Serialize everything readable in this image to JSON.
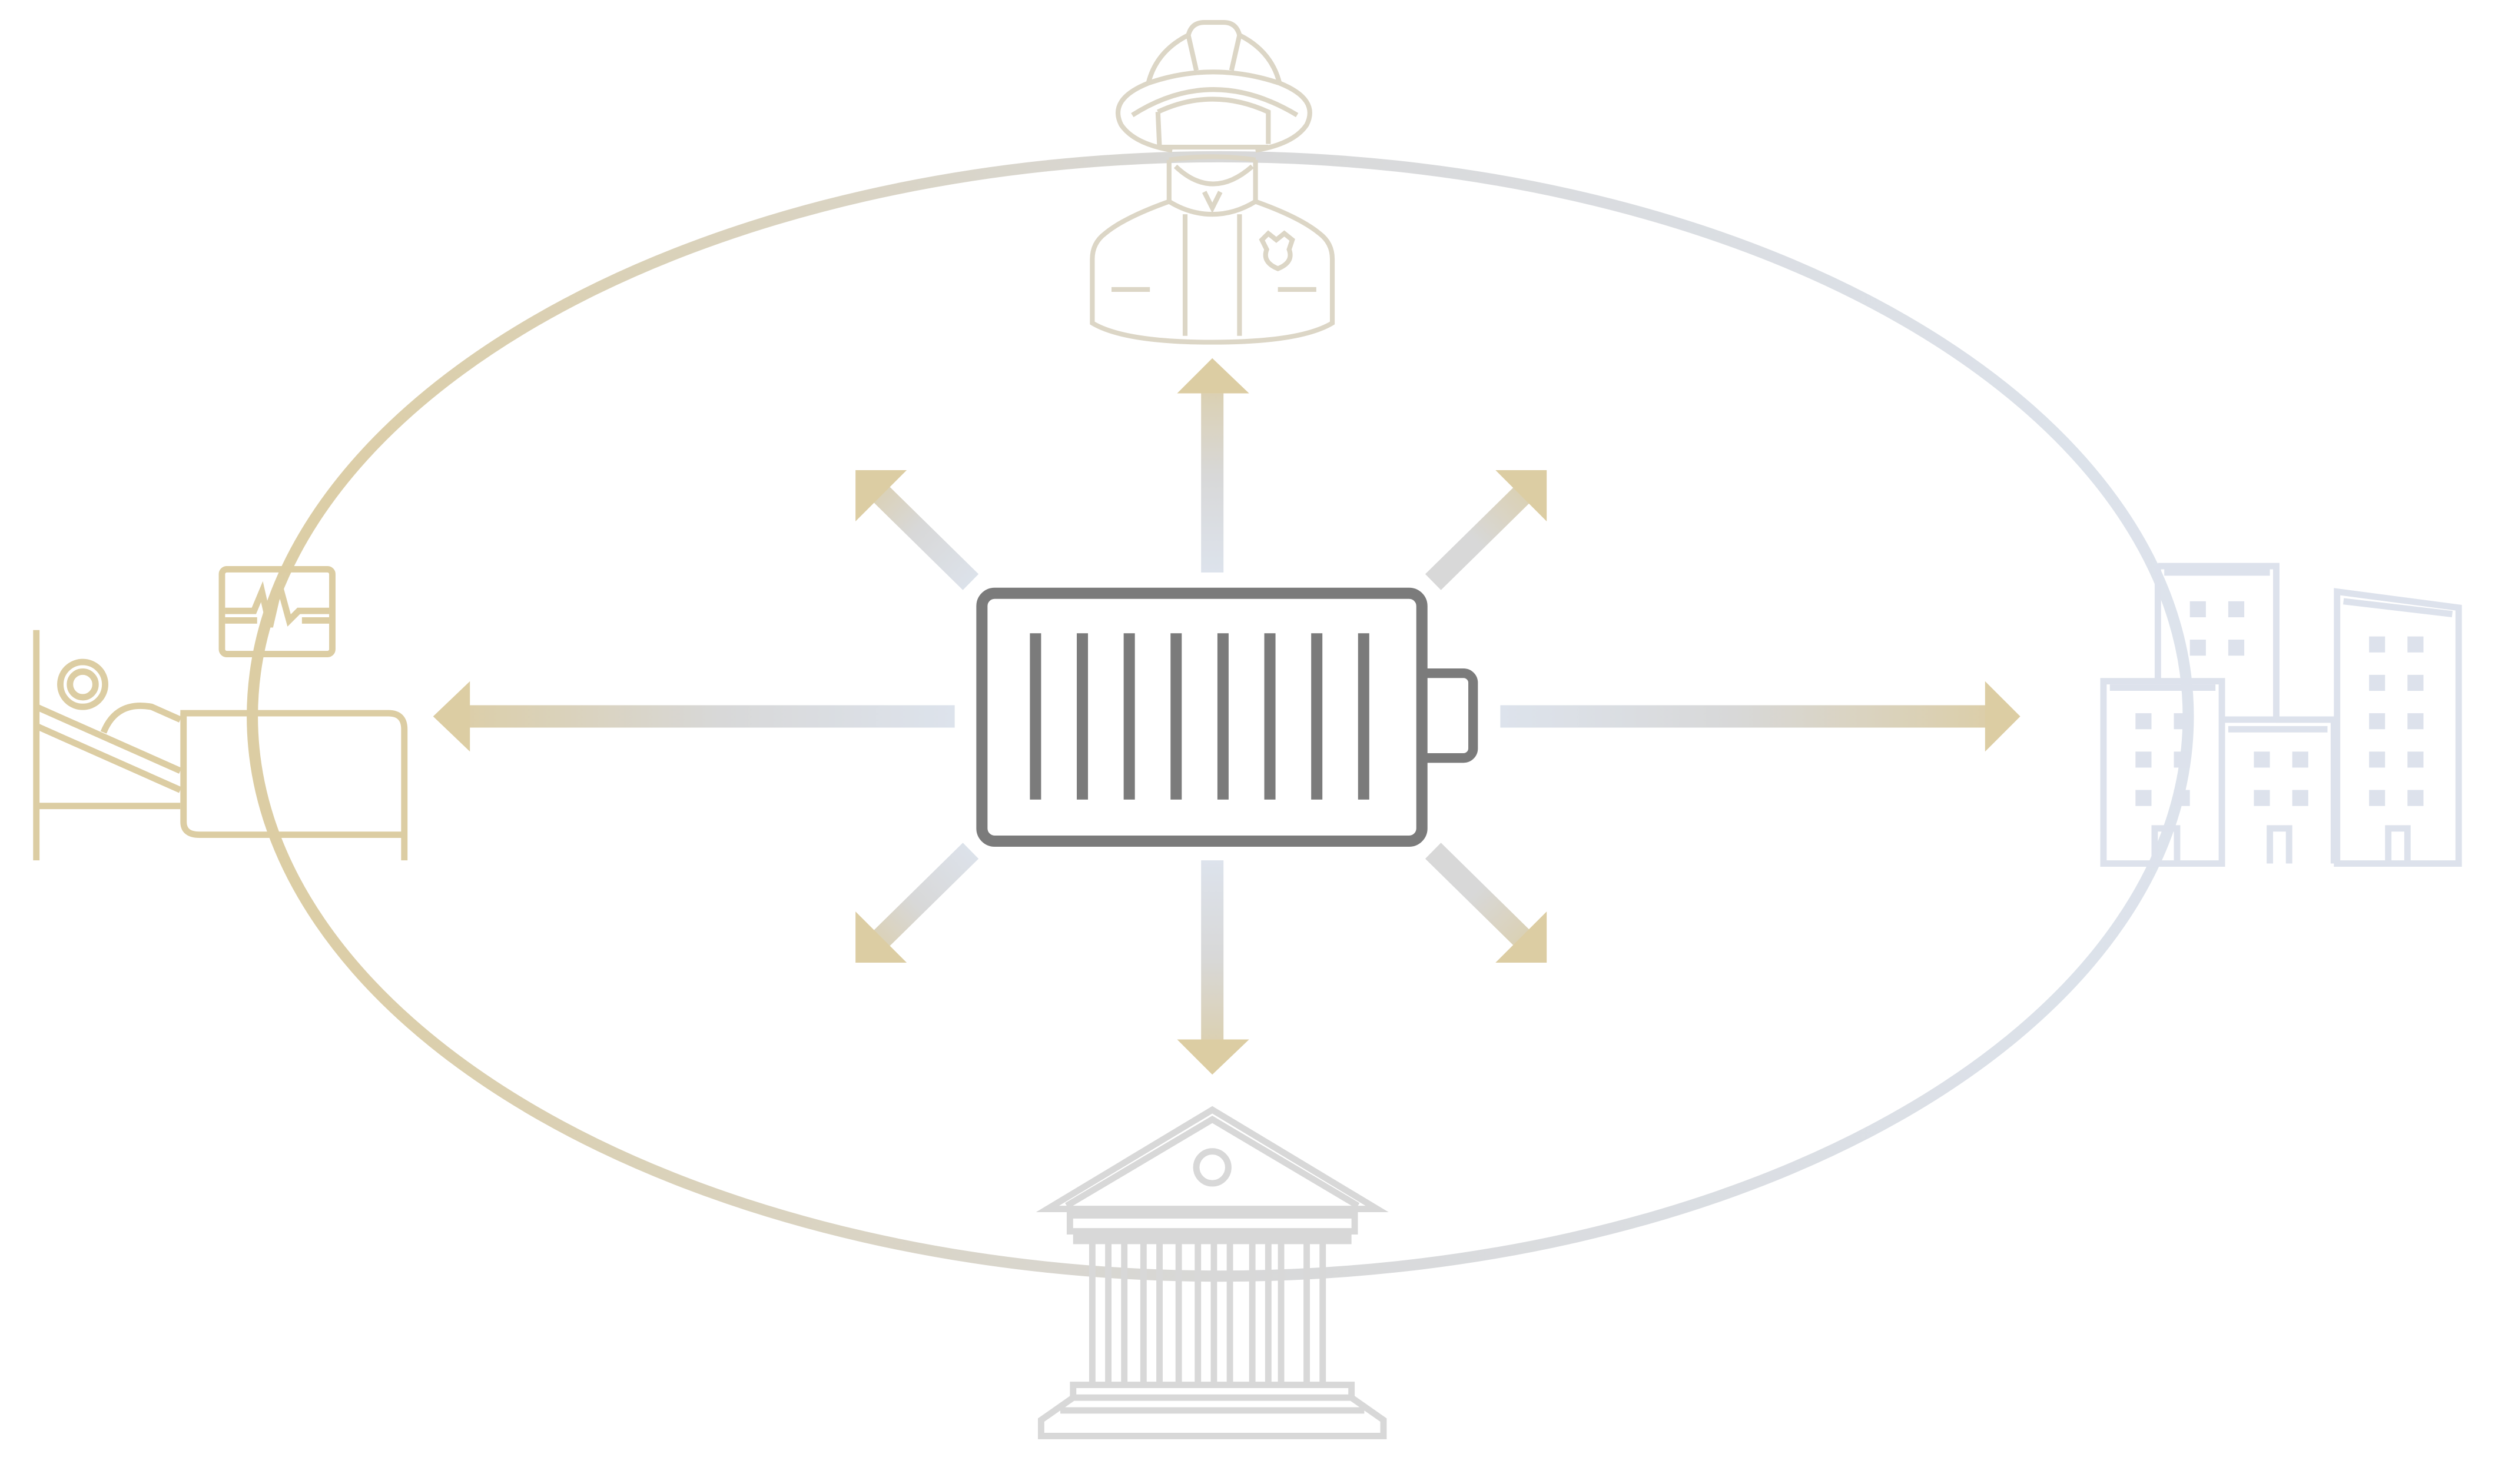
{
  "diagram": {
    "center": {
      "icon": "battery-icon",
      "cell_count": 8
    },
    "ring": {
      "icon": "ellipse-loop"
    },
    "nodes": [
      {
        "id": "top",
        "icon": "firefighter-icon"
      },
      {
        "id": "left",
        "icon": "hospital-bed-icon"
      },
      {
        "id": "right",
        "icon": "office-buildings-icon"
      },
      {
        "id": "bottom",
        "icon": "government-building-icon"
      }
    ],
    "arrows": [
      {
        "direction": "up"
      },
      {
        "direction": "down"
      },
      {
        "direction": "left"
      },
      {
        "direction": "right"
      },
      {
        "direction": "up-left"
      },
      {
        "direction": "up-right"
      },
      {
        "direction": "down-left"
      },
      {
        "direction": "down-right"
      }
    ],
    "colors": {
      "gold": "#dccda3",
      "mid_grey": "#d8d8d8",
      "light_blue": "#dde3ec",
      "battery_stroke": "#7b7b7b",
      "firefighter": "#dcd6c6",
      "hospital": "#dccda3",
      "buildings": "#dde2ec",
      "government": "#d8d8d8"
    }
  }
}
